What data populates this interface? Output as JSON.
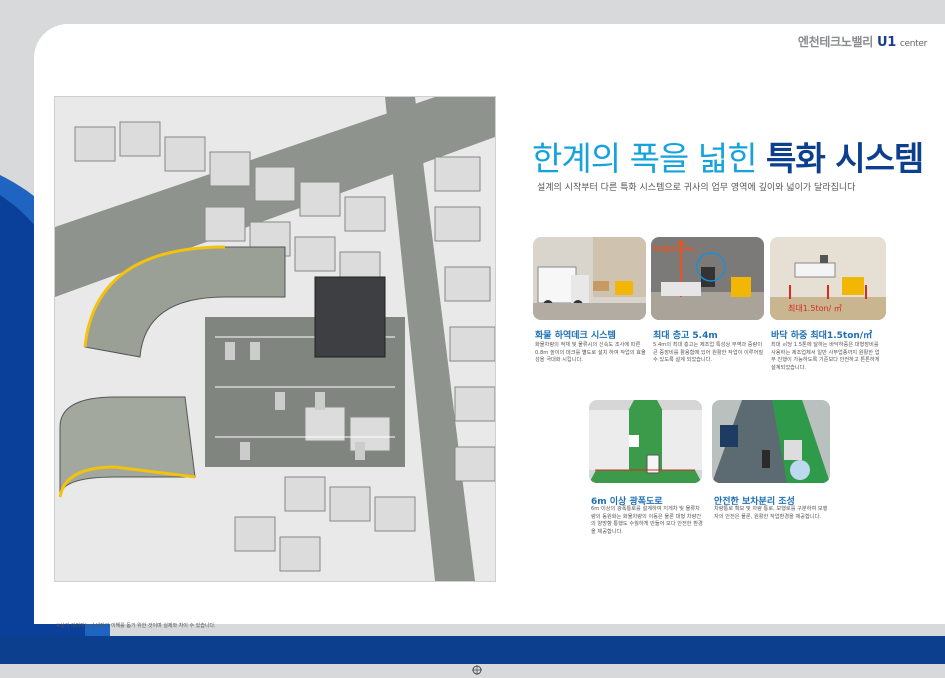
{
  "brand": {
    "korean": "엔천테크노밸리",
    "u1": "U1",
    "center": "center"
  },
  "headline": {
    "normal": "한계의 폭을 넓힌",
    "emphasis": "특화 시스템"
  },
  "subtitle": "설계의 시작부터 다른 특화 시스템으로 귀사의 업무 영역에 깊이와 넓이가 달라집니다",
  "features": [
    {
      "caption": "화물 하역데크 시스템",
      "desc": "화물차량의 적재 및 물류시의 신속도 조사에 따른 0.8m 높이의 데크를 별도로 설치 하여 작업의 효율성을 극대화 시킵니다."
    },
    {
      "caption": "최대 층고 5.4m",
      "desc": "5.4m의 최대 층고는 제조업 특성상 무역과 중량이 큰 중장비를 활용함에 있어 원활한 작업이 이루어질 수 있도록 설계 되었습니다."
    },
    {
      "caption": "바닥 하중 최대1.5ton/㎡",
      "desc": "최대 ㎡당 1.5톤에 달하는 바닥하중은 대형장비를 사용하는 제조업체서 일반 사무업종까지 원활한 업무 진행이 가능하도록 기준보다 안전하고 튼튼하게 설계되었습니다."
    },
    {
      "caption": "6m 이상 광폭도로",
      "desc": "6m 이상의 광폭통로를 설계하여 지게차 및 물류차량의 동원화는 화물차량의 이동은 물론 대형 차량간의 양방향 통행도 수월하게 만들어 보다 안전한 환경을 제공합니다."
    },
    {
      "caption": "안전한 보차분리 조성",
      "desc": "차량통로 확보 및 차량 통로, 보행로를 구분하여 보행자의 안전은 물론, 원활한 작업환경을 제공합니다."
    }
  ],
  "photo_labels": {
    "height_sign": "최대층고5.4m",
    "load_sign": "최대1.5ton/ ㎡"
  },
  "footnote": "※상기 이미지는 소비자의 이해를 돕기 위한 것이며 실제와 차이 수 있습니다.",
  "colors": {
    "accent_blue": "#16a3dc",
    "navy": "#0d3f8f",
    "caption_blue": "#1c6fb5"
  }
}
